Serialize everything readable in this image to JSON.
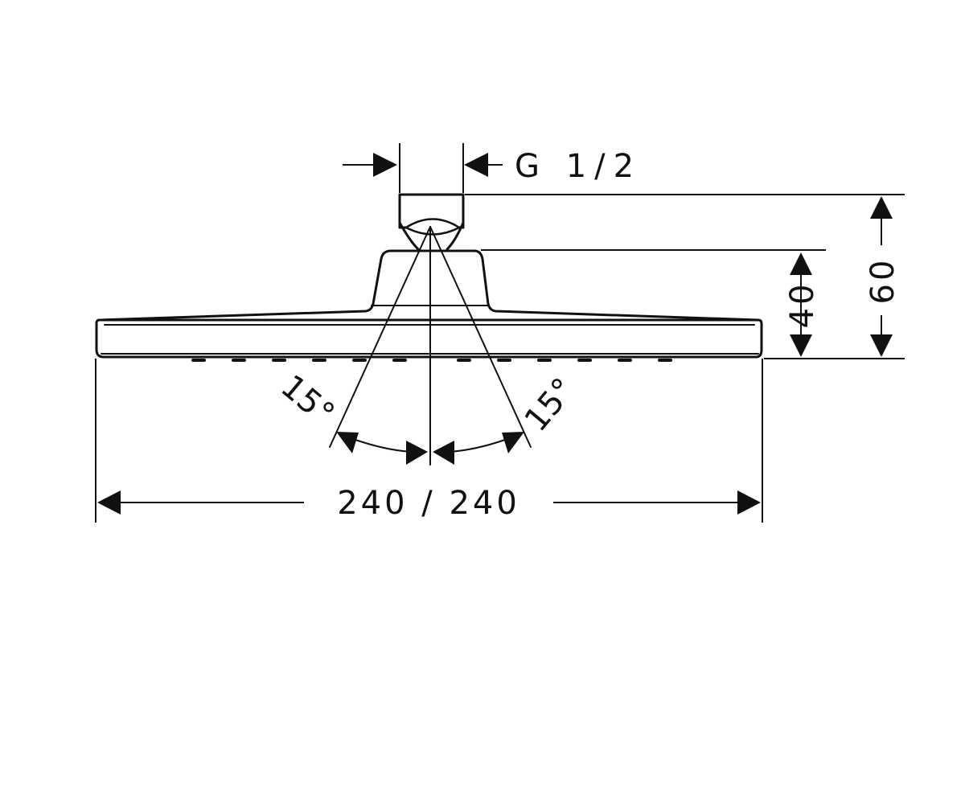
{
  "drawing": {
    "thread_label": "G 1/2",
    "height_small": "40",
    "height_total": "60",
    "angle_left": "15°",
    "angle_right": "15°",
    "width_label": "240 / 240",
    "line_color": "#111111",
    "background_color": "#ffffff"
  }
}
